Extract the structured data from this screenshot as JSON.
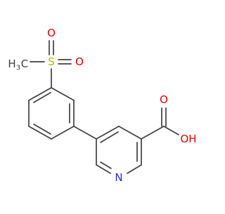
{
  "molecule": {
    "atoms": {
      "sulfur": "S",
      "sulfonyl_oxygen_top": "O",
      "sulfonyl_oxygen_right": "O",
      "methyl_c": "C",
      "methyl_h": "H",
      "methyl_subscript": "3",
      "carbonyl_oxygen": "O",
      "hydroxyl": "OH",
      "ring_nitrogen": "N"
    },
    "colors": {
      "bond": "#404040",
      "carbon": "#404040",
      "sulfur": "#b2b200",
      "oxygen": "#e00000",
      "nitrogen": "#2a2ac8"
    }
  }
}
